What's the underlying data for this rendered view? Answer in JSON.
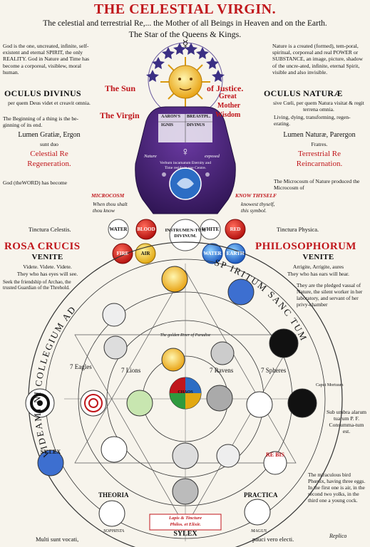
{
  "title": "THE CELESTIAL VIRGIN.",
  "subtitle": {
    "line1": "The celestial and terrestrial Re,... the Mother of all Beings in Heaven and on the Earth.",
    "line2": "The Star of the Queens & Kings."
  },
  "left": {
    "intro": "God is the one, uncreated, infinite, self-existent and eternal SPIRIT, the only REALITY. God in Nature and Time has become a corporeal, visiblew, moral human.",
    "oculus_title": "OCULUS DIVINUS",
    "oculus_line": "per quem Deus videt et creavit omnia.",
    "beginning": "The Beginning of a thing is the be-ginning of its end.",
    "lumen": "Lumen Gratiæ, Ergon",
    "sunt_duo": "sunt duo",
    "celestial": "Celestial Re",
    "regeneration": "Regeneration.",
    "god_word": "God (theWORD) has become",
    "tinctura": "Tinctura Celestis.",
    "rosa": "ROSA CRUCIS",
    "venite": "VENITE",
    "videte": "Videte. Videte. Videte.",
    "eyes": "They who has eyes will see.",
    "archao": "Seek the friendship of Archao, the trusted Guardian of the Threhold."
  },
  "right": {
    "intro": "Nature is a created (formed), tem-poral, spiritual, corporeal and real POWER or SUBSTANCE, an image, picture, shadow of the uncre-ated, infinite, eternal Spirit, visible and also invisible.",
    "oculus_title": "OCULUS NATURÆ",
    "oculus_line": "sive Cœli, per quem Natura visitat & regit terrena omnia.",
    "living": "Living, dying, transforming, regen-erating.",
    "lumen": "Lumen Naturæ, Parergon",
    "fratres": "Fratres.",
    "terrestrial": "Terrestrial Re",
    "reincarnation": "Reincarnation.",
    "microcosm": "The Microcosm of Nature produced the Microcosm of",
    "tinctura": "Tinctura Physica.",
    "philosophorum": "PHILOSOPHORUM",
    "venite": "VENITE",
    "arrigite": "Arrigite, Arrigite, aures",
    "ears": "They who has ears will hear.",
    "vassal": "They are the pledged vassal of Nature, the silent worker in her laboratory, and servant of her privy-chamber",
    "sub_umbra": "Sub umbra alarum tuarum P. F. Consumma-tum est.",
    "phoenix": "The miraculous bird Phœnix, having three eggs. In the first one is air, in the second two yolks, in the third one a young cock."
  },
  "figure": {
    "sun": "The Sun",
    "justice": "of Justice.",
    "virgin": "The Virgin",
    "great": "Great",
    "mother": "Mother",
    "wisdom": "Wisdom",
    "aaron": "AARON'S",
    "ignis": "IGNIS",
    "breastpl": "BREASTPL.",
    "divinus": "DIVINUS",
    "nature": "Nature",
    "exposed": "exposed",
    "verbum": "Verbum incarnatum Eternity and Time reside in one Centre.",
    "microcosm": "MICROCOSM",
    "when_thou": "When thou shalt thou know",
    "know_thyself": "KNOW THYSELF",
    "knowest": "knowest thyself, this symbol."
  },
  "wheel": {
    "water": "WATER",
    "blood": "BLOOD",
    "instrumentum": "INSTRUMEN-TUM DIVINUM.",
    "white": "WHITE",
    "red": "RED",
    "fire": "FIRE",
    "air": "AIR",
    "water2": "WATER",
    "earth": "EARTH",
    "ring_text": "VIDEAMI NI COLLEGIUM AD",
    "ring_text2": "SP IRITUM SANC TUM",
    "eagles": "7 Eagles",
    "lions": "7 Lions",
    "ravens": "7 Ravens",
    "spheres": "7 Spheres",
    "chaos": "CHAOS",
    "rebis": "RE BIS",
    "theoria": "THEORIA",
    "practica": "PRACTICA",
    "sylex": "SYLEX",
    "sophista": "SOPHISTA",
    "magus": "MAGUS",
    "lapis": "Lapis & Tincture",
    "philos": "Philos. et Elixir.",
    "sy_lex": "SY LEX",
    "golden_river": "The golden River of Paradise",
    "caput": "Caput Mortuum"
  },
  "footer": {
    "multi": "Multi sunt vocati,",
    "pauci": "pauci vero electi.",
    "signature": "Replico"
  },
  "colors": {
    "red": "#c0161b",
    "purple": "#4a2170",
    "blue": "#2c3f9a",
    "gold": "#e8b21c"
  }
}
